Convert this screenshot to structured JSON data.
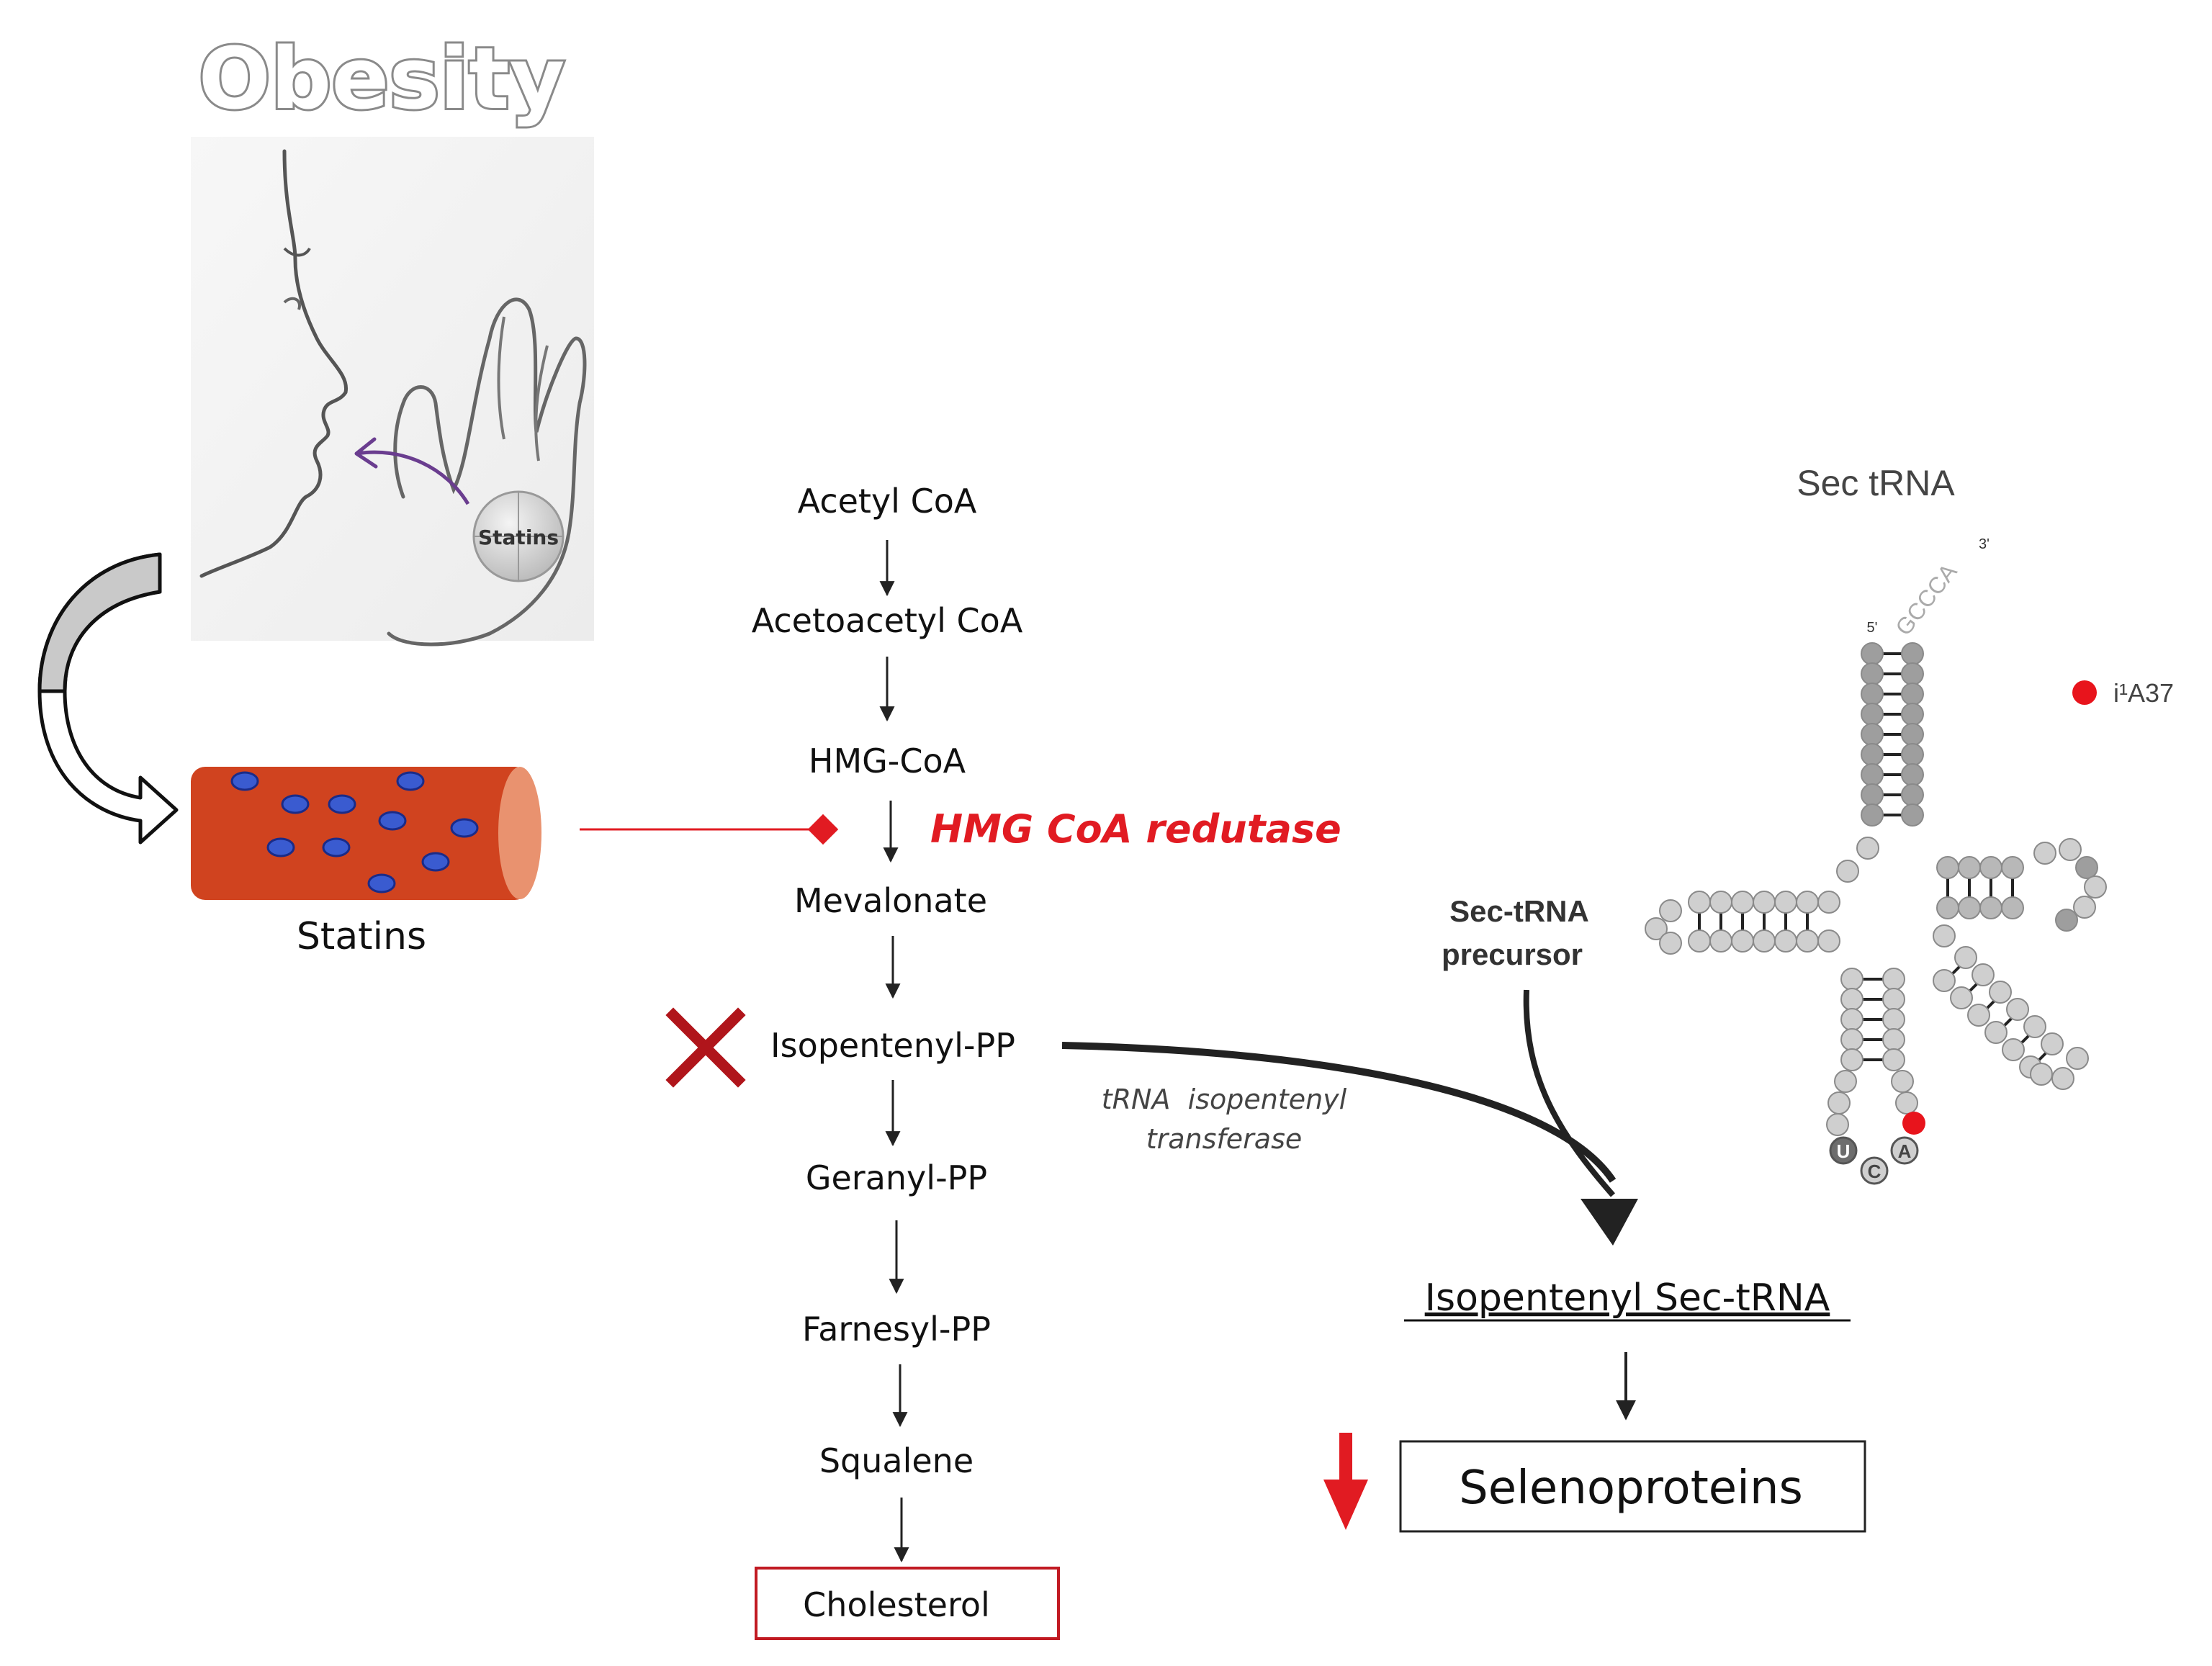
{
  "header": {
    "title": "Obesity"
  },
  "pill": {
    "label": "Statins"
  },
  "vessel": {
    "label": "Statins"
  },
  "pathway": {
    "steps": [
      "Acetyl CoA",
      "Acetoacetyl CoA",
      "HMG-CoA",
      "Mevalonate",
      "Isopentenyl-PP",
      "Geranyl-PP",
      "Farnesyl-PP",
      "Squalene",
      "Cholesterol"
    ],
    "enzyme": "HMG CoA redutase",
    "enzyme_color": "#e11b22"
  },
  "transferase": {
    "line1": "tRNA  isopentenyl",
    "line2": "transferase"
  },
  "precursor": {
    "line1": "Sec-tRNA",
    "line2": "precursor"
  },
  "product": {
    "label": "Isopentenyl Sec-tRNA"
  },
  "outcome": {
    "label": "Selenoproteins",
    "arrow_color": "#e11b22"
  },
  "trna": {
    "title": "Sec tRNA",
    "five_prime": "5'",
    "three_prime": "3'",
    "acceptor_tail": "GCCCA",
    "anticodon": [
      "U",
      "C",
      "A"
    ],
    "legend": "i¹A37",
    "marker_color": "#e8141c"
  }
}
